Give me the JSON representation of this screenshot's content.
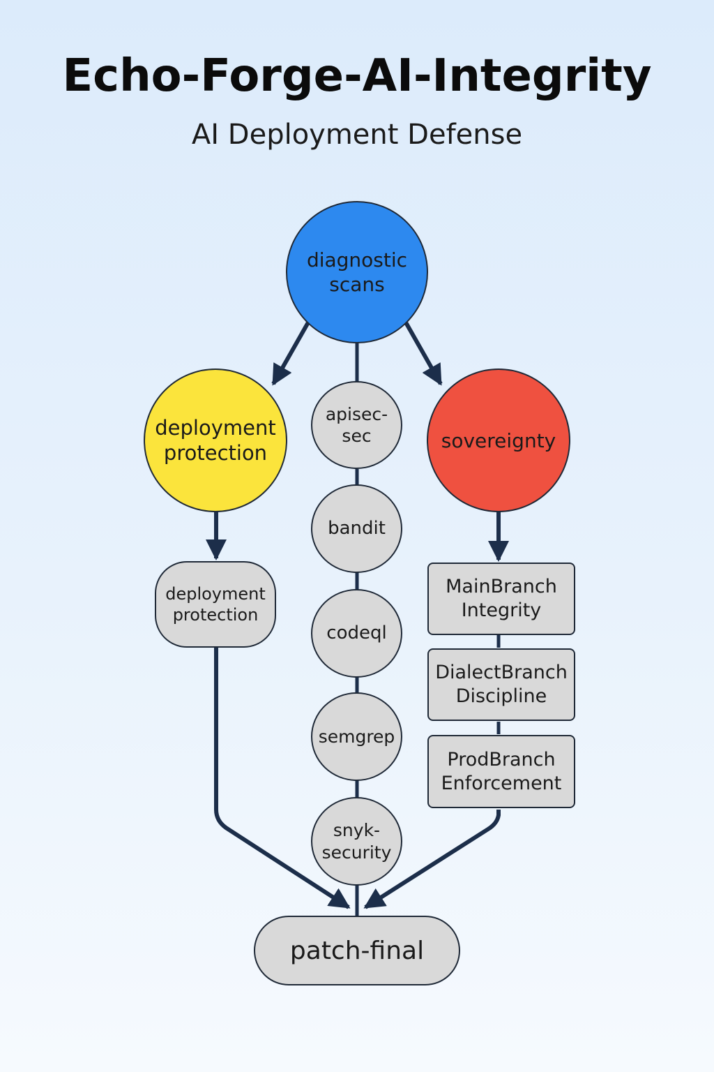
{
  "title": "Echo-Forge-AI-Integrity",
  "subtitle": "AI Deployment Defense",
  "nodes": {
    "diagnostic": "diagnostic\nscans",
    "deployment_protection": "deployment\nprotection",
    "sovereignty": "sovereignty",
    "deployment_protection_sub": "deployment\nprotection",
    "apisec": "apisec-\nsec",
    "bandit": "bandit",
    "codeql": "codeql",
    "semgrep": "semgrep",
    "snyk": "snyk-\nsecurity",
    "main_branch": "MainBranch\nIntegrity",
    "dialect_branch": "DialectBranch\nDiscipline",
    "prod_branch": "ProdBranch\nEnforcement",
    "patch_final": "patch-final"
  },
  "colors": {
    "primary": "#2d89ef",
    "highlight": "#fbe43c",
    "alert": "#ef5140",
    "neutral": "#d9d9d9",
    "edge": "#1c2e4a"
  }
}
